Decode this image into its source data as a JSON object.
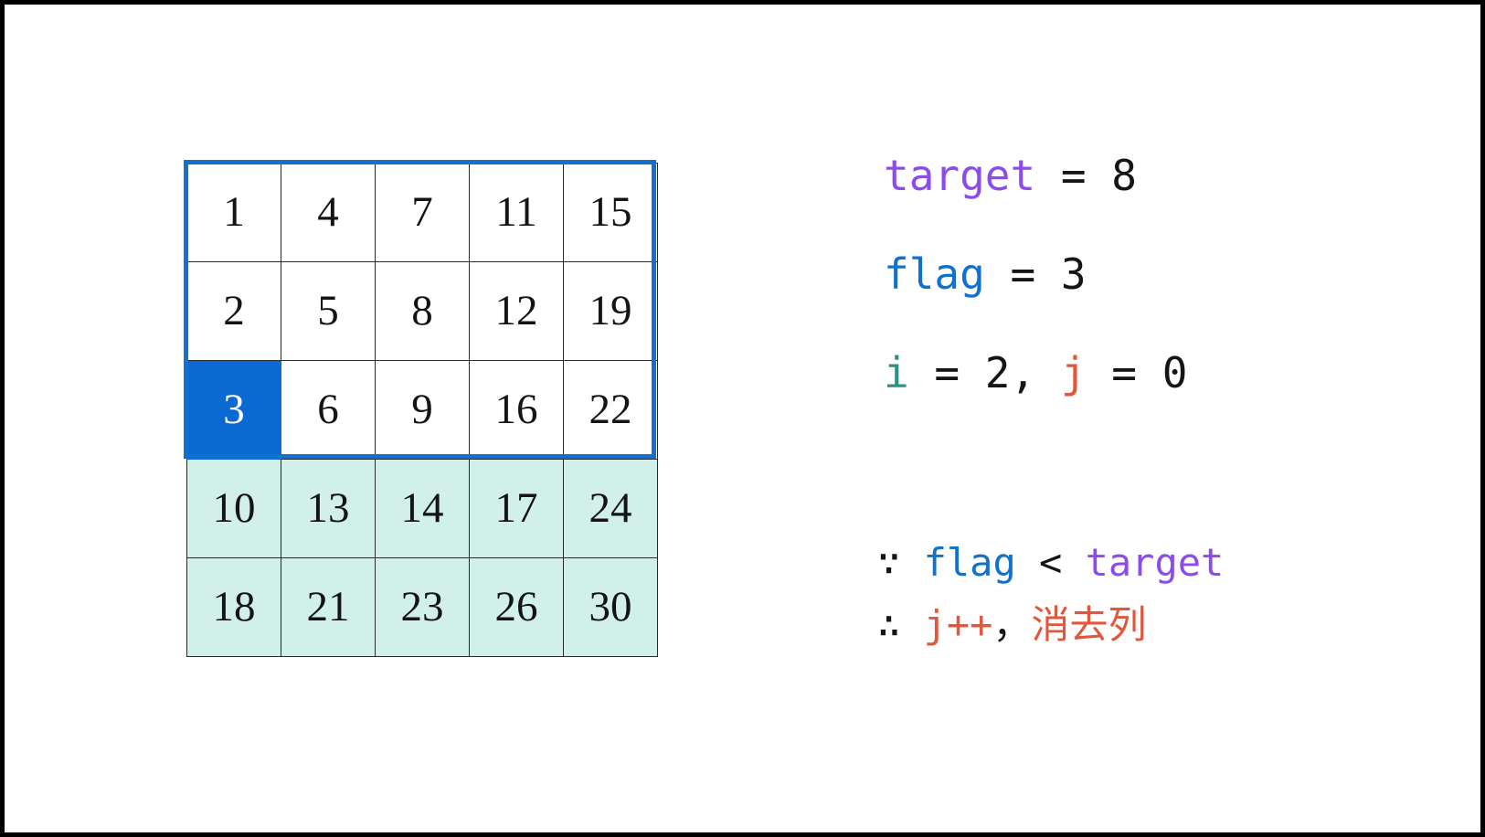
{
  "matrix": {
    "rows": 5,
    "cols": 5,
    "values": [
      [
        1,
        4,
        7,
        11,
        15
      ],
      [
        2,
        5,
        8,
        12,
        19
      ],
      [
        3,
        6,
        9,
        16,
        22
      ],
      [
        10,
        13,
        14,
        17,
        24
      ],
      [
        18,
        21,
        23,
        26,
        30
      ]
    ],
    "active_cell": {
      "row": 2,
      "col": 0,
      "value": 3
    },
    "eliminated_rows": [
      3,
      4
    ],
    "search_region_rows": [
      0,
      1,
      2
    ],
    "colors": {
      "active_fill": "#0b69d4",
      "active_text": "#ffffff",
      "eliminated_fill": "#d1f0ea",
      "cell_border": "#2b2b2b",
      "region_outline": "#1072ce",
      "cell_fill": "#ffffff",
      "cell_text": "#141414"
    }
  },
  "annotations": {
    "line_target": {
      "name": "target",
      "operator": " = ",
      "value": "8"
    },
    "line_flag": {
      "name": "flag",
      "operator": " = ",
      "value": "3"
    },
    "line_indices": {
      "i_name": "i",
      "i_operator": " = ",
      "i_value": "2",
      "separator": ", ",
      "j_name": "j",
      "j_operator": " = ",
      "j_value": "0"
    }
  },
  "conclusion": {
    "because_symbol": "∵",
    "because_left": "flag",
    "because_operator": " < ",
    "because_right": "target",
    "therefore_symbol": "∴",
    "therefore_action": "j++",
    "therefore_separator": "，",
    "therefore_text": "消去列"
  },
  "colors": {
    "target": "#8b4ceb",
    "flag": "#1072ce",
    "i": "#2a9183",
    "j": "#e0573b",
    "text": "#151515",
    "frame": "#000000",
    "background": "#ffffff"
  }
}
